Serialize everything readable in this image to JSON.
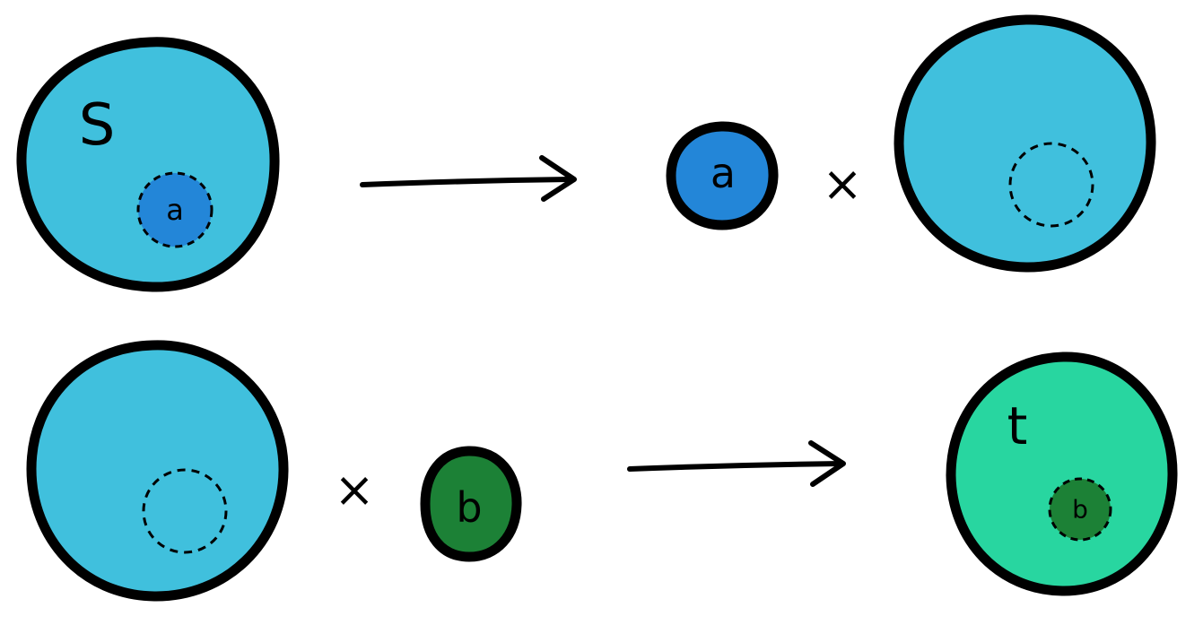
{
  "labels": {
    "set_s": "S",
    "set_t": "t",
    "element_a": "a",
    "element_b": "b",
    "times": "×"
  },
  "colors": {
    "set_s_fill": "#40C0DD",
    "set_t_fill": "#28D6A0",
    "element_a_fill": "#2386D8",
    "element_b_fill": "#1C8136",
    "outline": "#000000"
  }
}
